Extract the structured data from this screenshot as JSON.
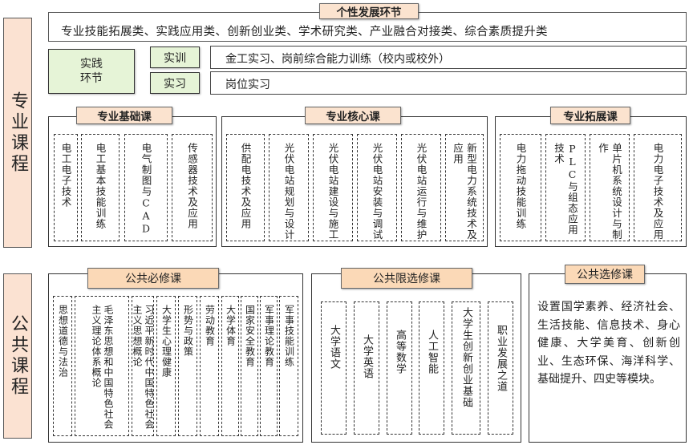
{
  "side_labels": {
    "professional": "专业课程",
    "public": "公共课程"
  },
  "personal_development": {
    "title": "个性发展环节",
    "content": "专业技能拓展类、实践应用类、创新创业类、学术研究类、产业融合对接类、综合素质提升类"
  },
  "practice": {
    "label": "实践环节",
    "items": [
      {
        "tag": "实训",
        "content": "金工实习、岗前综合能力训练（校内或校外）"
      },
      {
        "tag": "实习",
        "content": "岗位实习"
      }
    ]
  },
  "professional_groups": {
    "basic": {
      "title": "专业基础课",
      "courses": [
        "电工电子技术",
        "电工基本技能训练",
        "电气制图与CAD",
        "传感器技术及应用"
      ]
    },
    "core": {
      "title": "专业核心课",
      "courses": [
        "供配电技术及应用",
        "光伏电站规划与设计",
        "光伏电站建设与施工",
        "光伏电站安装与调试",
        "光伏电站运行与维护",
        "新型电力系统技术及应用"
      ]
    },
    "extension": {
      "title": "专业拓展课",
      "courses": [
        "电力拖动技能训练",
        "PLC与组态应用技术",
        "单片机系统设计与制作",
        "电力电子技术及应用"
      ]
    }
  },
  "public_groups": {
    "required": {
      "title": "公共必修课",
      "courses": [
        "思想道德与法治",
        "毛泽东思想和中国特色社会主义理论体系概论",
        "习近平新时代中国特色社会主义思想概论",
        "大学生心理健康",
        "形势与政策",
        "劳动教育",
        "大学体育",
        "国家安全教育",
        "军事理论教育",
        "军事技能训练"
      ]
    },
    "limited": {
      "title": "公共限选修课",
      "courses": [
        "大学语文",
        "大学英语",
        "高等数学",
        "人工智能",
        "大学生创新创业基础",
        "职业发展之道"
      ]
    },
    "elective": {
      "title": "公共选修课",
      "content": "设置国学素养、经济社会、生活技能、信息技术、身心健康、大学美育、创新创业、生态环保、海洋科学、基础提升、四史等模块。"
    }
  }
}
